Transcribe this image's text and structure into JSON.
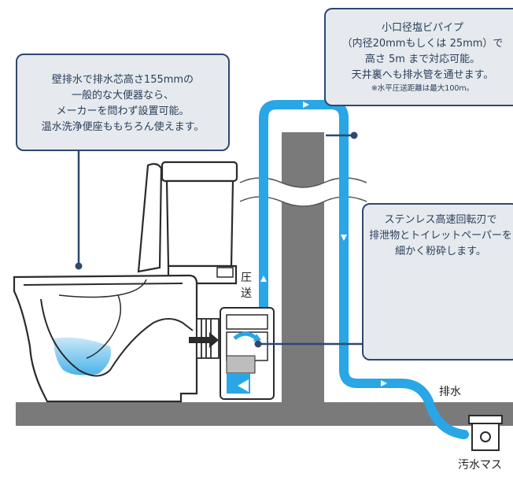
{
  "callouts": {
    "toilet": {
      "lines": [
        "壁排水で排水芯高さ155mmの",
        "一般的な大便器なら、",
        "メーカーを問わず設置可能。",
        "温水洗浄便座ももちろん使えます。"
      ]
    },
    "pipe": {
      "lines": [
        "小口径塩ビパイプ",
        "（内径20mmもしくは 25mm）で",
        "高さ 5m まで対応可能。",
        "天井裏へも排水管を通せます。"
      ],
      "note": "※水平圧送距離は最大100m。"
    },
    "blade": {
      "lines": [
        "ステンレス高速回転刃で",
        "排泄物とトイレットペーパーを",
        "細かく粉砕します。"
      ]
    }
  },
  "labels": {
    "pressure_char1": "圧",
    "pressure_char2": "送",
    "drain": "排水",
    "sewer_box": "汚水マス"
  },
  "colors": {
    "pipe": "#29a6e6",
    "wall": "#7a7a7a",
    "callout_border": "#2e4870",
    "callout_fill": "#e6e9ed",
    "outline": "#2b2b2b"
  }
}
